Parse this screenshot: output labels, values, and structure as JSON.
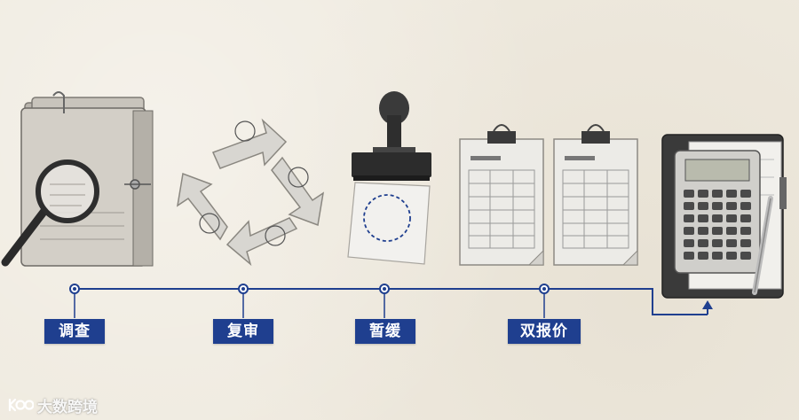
{
  "steps": [
    {
      "label": "调查",
      "icon": "magnifier-folder-icon"
    },
    {
      "label": "复审",
      "icon": "cycle-arrows-icon"
    },
    {
      "label": "暂缓",
      "icon": "stamp-icon"
    },
    {
      "label": "双报价",
      "icon": "clipboards-icon"
    },
    {
      "label": "",
      "icon": "calculator-icon"
    }
  ],
  "watermark": {
    "text": "大数跨境"
  },
  "colors": {
    "accent": "#1f3f8f",
    "background": "#efeadf"
  }
}
